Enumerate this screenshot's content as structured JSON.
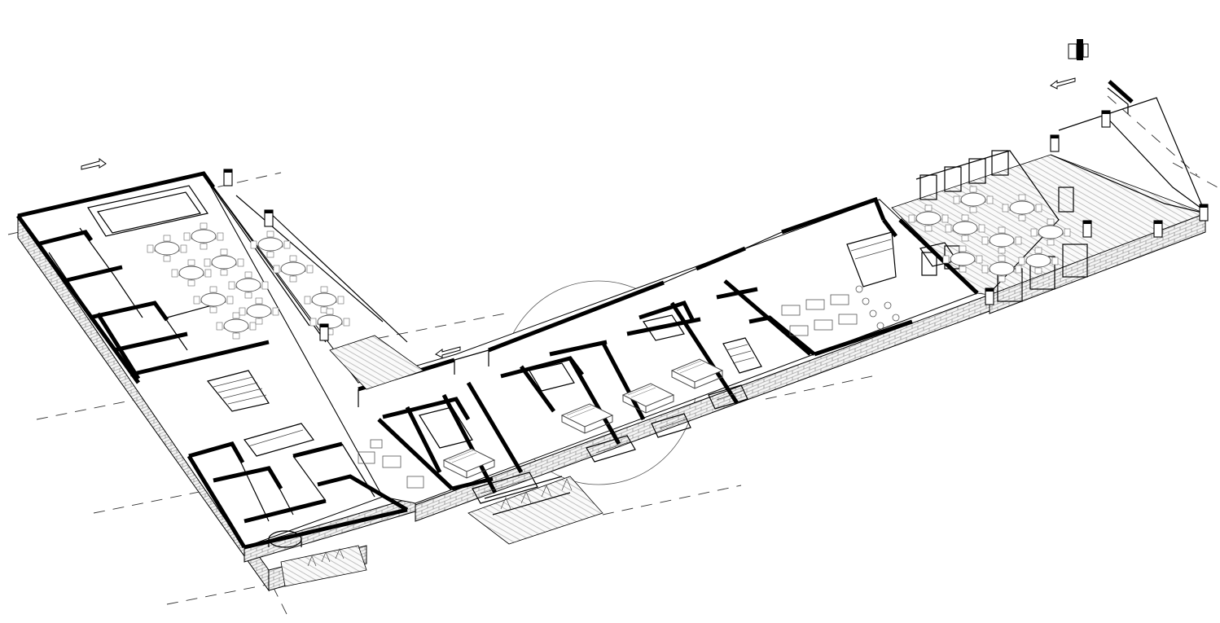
{
  "drawing": {
    "kind": "isometric-floor-plan",
    "line_color": "#000000",
    "background_color": "#ffffff",
    "wings": [
      "west-wing",
      "south-wing",
      "east-terrace"
    ],
    "rooms": [
      {
        "id": "dining-hall-west",
        "furniture": "round-tables",
        "tables": 12
      },
      {
        "id": "reception-lounge",
        "furniture": "sofas-desk"
      },
      {
        "id": "guest-room-1",
        "furniture": "bed"
      },
      {
        "id": "guest-room-2",
        "furniture": "bed"
      },
      {
        "id": "guest-room-3",
        "furniture": "bed"
      },
      {
        "id": "guest-room-4",
        "furniture": "bed"
      },
      {
        "id": "bar-lounge",
        "furniture": "bar-counter-stools"
      },
      {
        "id": "terrace-dining",
        "furniture": "round-tables",
        "tables": 9
      }
    ],
    "icons": [
      "north-arrow-icon",
      "entrance-arrow-icon"
    ]
  }
}
